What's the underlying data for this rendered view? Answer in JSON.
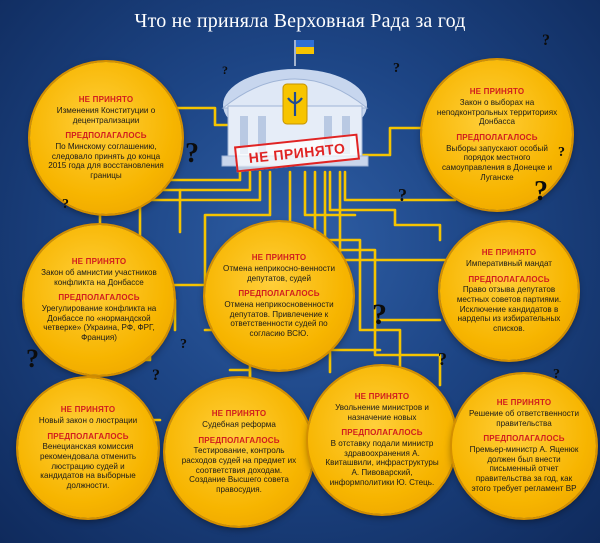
{
  "title": "Что не приняла Верховная Рада за год",
  "stamp": "НЕ ПРИНЯТО",
  "colors": {
    "background": "#1d4585",
    "circle": "#f7b500",
    "status": "#d11e1e",
    "wire": "#f5c400"
  },
  "question_mark": "?",
  "items": [
    {
      "status": "НЕ ПРИНЯТО",
      "text": "Изменения Конституции о децентрализации",
      "label": "ПРЕДПОЛАГАЛОСЬ",
      "expected": "По Минскому соглашению, следовало принять до конца 2015 года для восстановления границы"
    },
    {
      "status": "НЕ ПРИНЯТО",
      "text": "Закон о выборах на неподконтрольных территориях Донбасса",
      "label": "ПРЕДПОЛАГАЛОСЬ",
      "expected": "Выборы запускают особый порядок местного самоуправления в Донецке и Луганске"
    },
    {
      "status": "НЕ ПРИНЯТО",
      "text": "Закон об амнистии участников конфликта на Донбассе",
      "label": "ПРЕДПОЛАГАЛОСЬ",
      "expected": "Урегулирование конфликта на Донбассе по «нормандской четверке» (Украина, РФ, ФРГ, Франция)"
    },
    {
      "status": "НЕ ПРИНЯТО",
      "text": "Отмена неприкосно-венности депутатов, судей",
      "label": "ПРЕДПОЛАГАЛОСЬ",
      "expected": "Отмена неприкосновенности депутатов. Привлечение к ответственности судей по согласию ВСЮ."
    },
    {
      "status": "НЕ ПРИНЯТО",
      "text": "Императивный мандат",
      "label": "ПРЕДПОЛАГАЛОСЬ",
      "expected": "Право отзыва депутатов местных советов партиями. Исключение кандидатов в нардепы из избирательных списков."
    },
    {
      "status": "НЕ ПРИНЯТО",
      "text": "Новый закон о люстрации",
      "label": "ПРЕДПОЛАГАЛОСЬ",
      "expected": "Венецианская комиссия рекомендовала отменить люстрацию судей и кандидатов на выборные должности."
    },
    {
      "status": "НЕ ПРИНЯТО",
      "text": "Судебная реформа",
      "label": "ПРЕДПОЛАГАЛОСЬ",
      "expected": "Тестирование, контроль расходов судей на предмет их соответствия доходам. Создание Высшего совета правосудия."
    },
    {
      "status": "НЕ ПРИНЯТО",
      "text": "Увольнение министров и назначение новых",
      "label": "ПРЕДПОЛАГАЛОСЬ",
      "expected": "В отставку подали министр здравоохранения А. Квиташвили, инфраструктуры А. Пивоварский, информполитики Ю. Стець."
    },
    {
      "status": "НЕ ПРИНЯТО",
      "text": "Решение об ответственности правительства",
      "label": "ПРЕДПОЛАГАЛОСЬ",
      "expected": "Премьер-министр А. Яценюк должен был внести письменный отчет правительства за год, как этого требует регламент ВР"
    }
  ]
}
